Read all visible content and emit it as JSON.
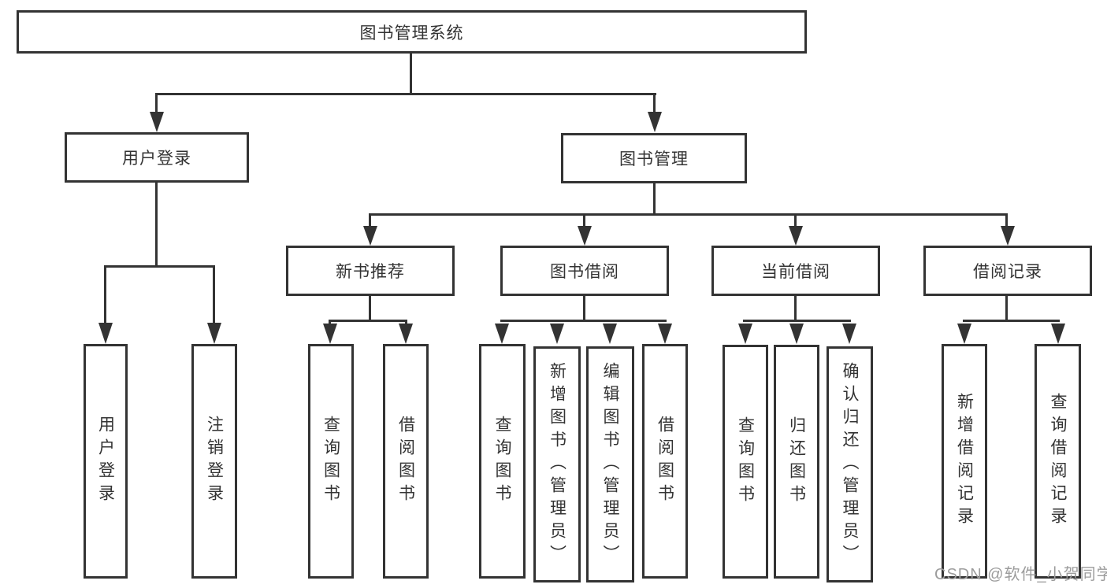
{
  "diagram": {
    "root": {
      "label": "图书管理系统"
    },
    "user": {
      "label": "用户登录",
      "children": {
        "login": "用户登录",
        "logout": "注销登录"
      }
    },
    "book": {
      "label": "图书管理",
      "modules": {
        "recommend": {
          "label": "新书推荐",
          "children": {
            "query": "查询图书",
            "borrow": "借阅图书"
          }
        },
        "borrow": {
          "label": "图书借阅",
          "children": {
            "query": "查询图书",
            "add": "新增图书（管理员）",
            "edit": "编辑图书（管理员）",
            "borrow": "借阅图书"
          }
        },
        "current": {
          "label": "当前借阅",
          "children": {
            "query": "查询图书",
            "return": "归还图书",
            "confirm": "确认归还（管理员）"
          }
        },
        "record": {
          "label": "借阅记录",
          "children": {
            "add": "新增借阅记录",
            "query": "查询借阅记录"
          }
        }
      }
    },
    "watermark": "CSDN @软件_小贺同学",
    "colors": {
      "line": "#333333",
      "text": "#333333",
      "background": "#ffffff",
      "watermark": "#9c9c9c"
    }
  }
}
